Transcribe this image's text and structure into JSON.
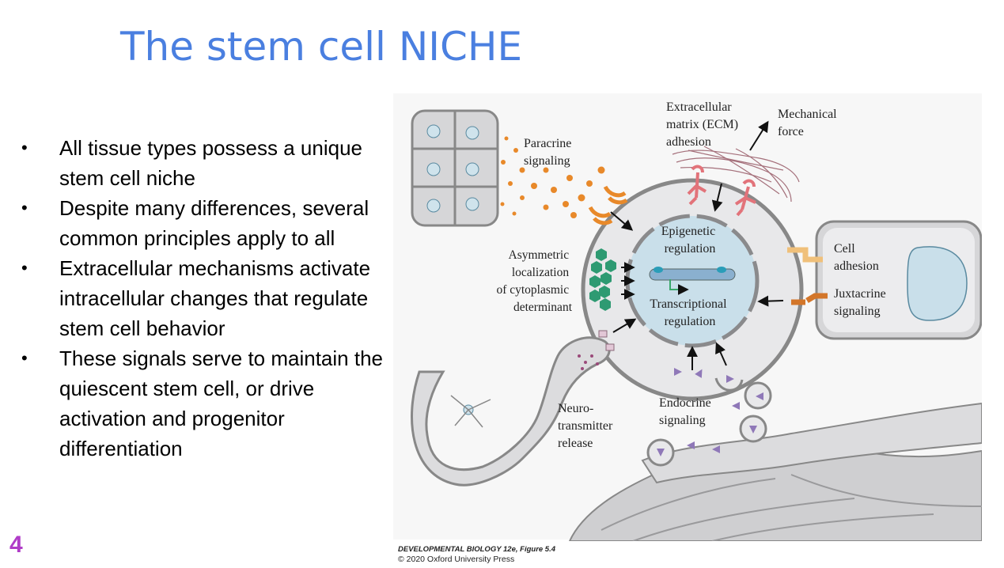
{
  "slide": {
    "title": "The stem cell NICHE",
    "page_number": "4",
    "bullets": [
      "All tissue types possess a unique stem cell niche",
      "Despite many differences, several common principles apply to all",
      "Extracellular mechanisms activate intracellular changes that regulate stem cell behavior",
      "These signals serve to maintain the quiescent stem cell, or drive activation and progenitor differentiation"
    ]
  },
  "figure": {
    "labels": {
      "paracrine": [
        "Paracrine",
        "signaling"
      ],
      "ecm": [
        "Extracellular",
        "matrix (ECM)",
        "adhesion"
      ],
      "mechanical": [
        "Mechanical",
        "force"
      ],
      "epigenetic": [
        "Epigenetic",
        "regulation"
      ],
      "transcriptional": [
        "Transcriptional",
        "regulation"
      ],
      "asymmetric": [
        "Asymmetric",
        "localization",
        "of cytoplasmic",
        "determinant"
      ],
      "cell_adhesion": [
        "Cell",
        "adhesion"
      ],
      "juxtacrine": [
        "Juxtacrine",
        "signaling"
      ],
      "endocrine": [
        "Endocrine",
        "signaling"
      ],
      "neuro": [
        "Neuro-",
        "transmitter",
        "release"
      ]
    },
    "credit": {
      "line1": "DEVELOPMENTAL BIOLOGY 12e, Figure 5.4",
      "line2": "© 2020 Oxford University Press"
    },
    "colors": {
      "title": "#4a7fe0",
      "page_number": "#b03cc8",
      "nucleus": "#c9dfea",
      "paracrine_dots": "#e8892a",
      "ecm_receptor": "#e2737a",
      "cytoplasmic_determinant": "#2e9a72",
      "endocrine_triangles": "#8f78b8",
      "juxtacrine": "#d3762a",
      "cell_adhesion": "#f0c07a"
    }
  }
}
